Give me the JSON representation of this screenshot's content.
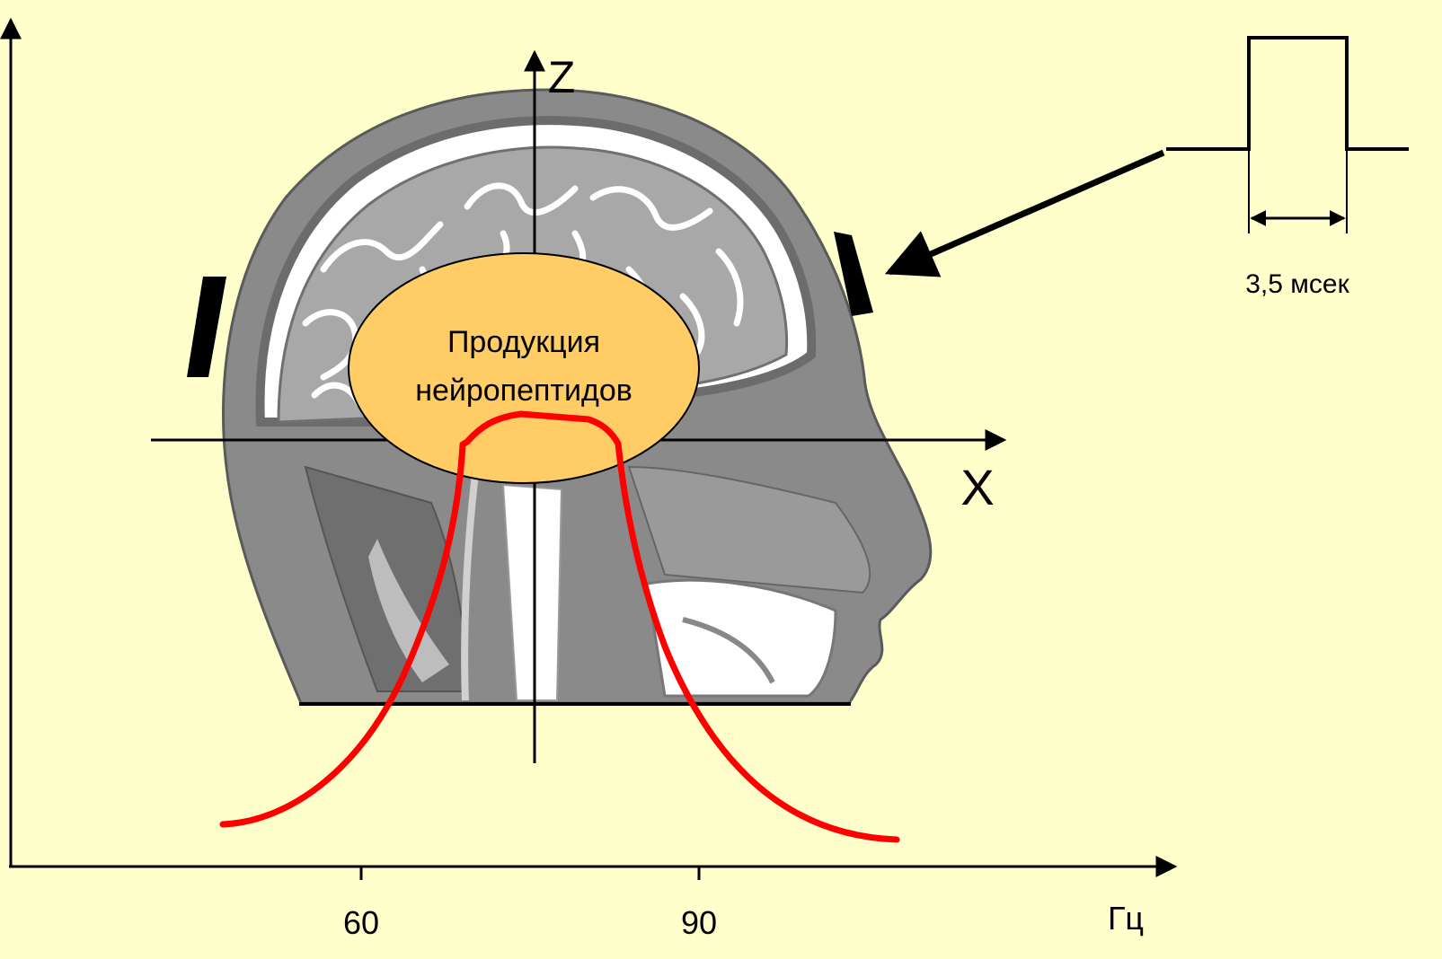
{
  "ellipse_label": {
    "line1": "Продукция",
    "line2": "нейропептидов"
  },
  "axes": {
    "z_label": "Z",
    "x_label": "X",
    "freq_unit": "Гц",
    "tick_60": "60",
    "tick_90": "90"
  },
  "pulse": {
    "duration_label": "3,5 мсек"
  },
  "colors": {
    "background": "#FFFFCC",
    "ellipse_fill": "#FFCC66",
    "response_curve": "#FF0000",
    "axis": "#000000"
  },
  "icons": [
    "head-mri-slice-icon",
    "electrode-icon",
    "pulse-waveform-icon"
  ]
}
